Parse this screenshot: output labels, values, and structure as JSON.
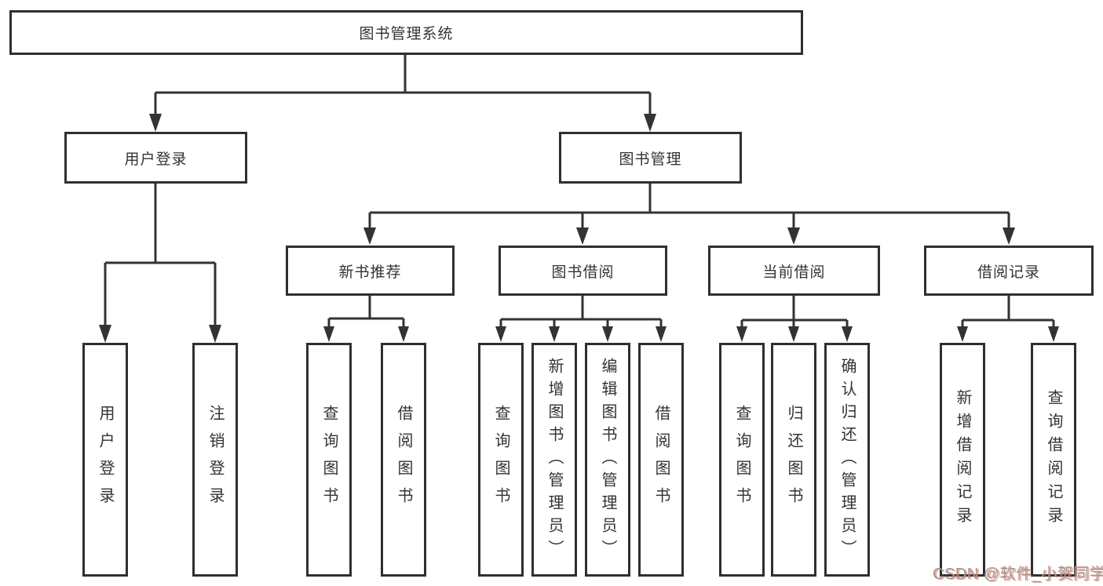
{
  "diagram_title": "图书管理系统",
  "tree": {
    "label": "图书管理系统",
    "children": [
      {
        "label": "用户登录",
        "children": [
          {
            "label": "用户登录"
          },
          {
            "label": "注销登录"
          }
        ]
      },
      {
        "label": "图书管理",
        "children": [
          {
            "label": "新书推荐",
            "children": [
              {
                "label": "查询图书"
              },
              {
                "label": "借阅图书"
              }
            ]
          },
          {
            "label": "图书借阅",
            "children": [
              {
                "label": "查询图书"
              },
              {
                "label": "新增图书（管理员）"
              },
              {
                "label": "编辑图书（管理员）"
              },
              {
                "label": "借阅图书"
              }
            ]
          },
          {
            "label": "当前借阅",
            "children": [
              {
                "label": "查询图书"
              },
              {
                "label": "归还图书"
              },
              {
                "label": "确认归还（管理员）"
              }
            ]
          },
          {
            "label": "借阅记录",
            "children": [
              {
                "label": "新增借阅记录"
              },
              {
                "label": "查询借阅记录"
              }
            ]
          }
        ]
      }
    ]
  },
  "watermark": {
    "text": "CSDN @软件_小贺同学"
  },
  "colors": {
    "line": "#333333",
    "box_border": "#2f2f2f",
    "text": "#333333",
    "background": "#ffffff",
    "watermark_gray": "#9a9a9a",
    "watermark_red": "#fa5532"
  }
}
